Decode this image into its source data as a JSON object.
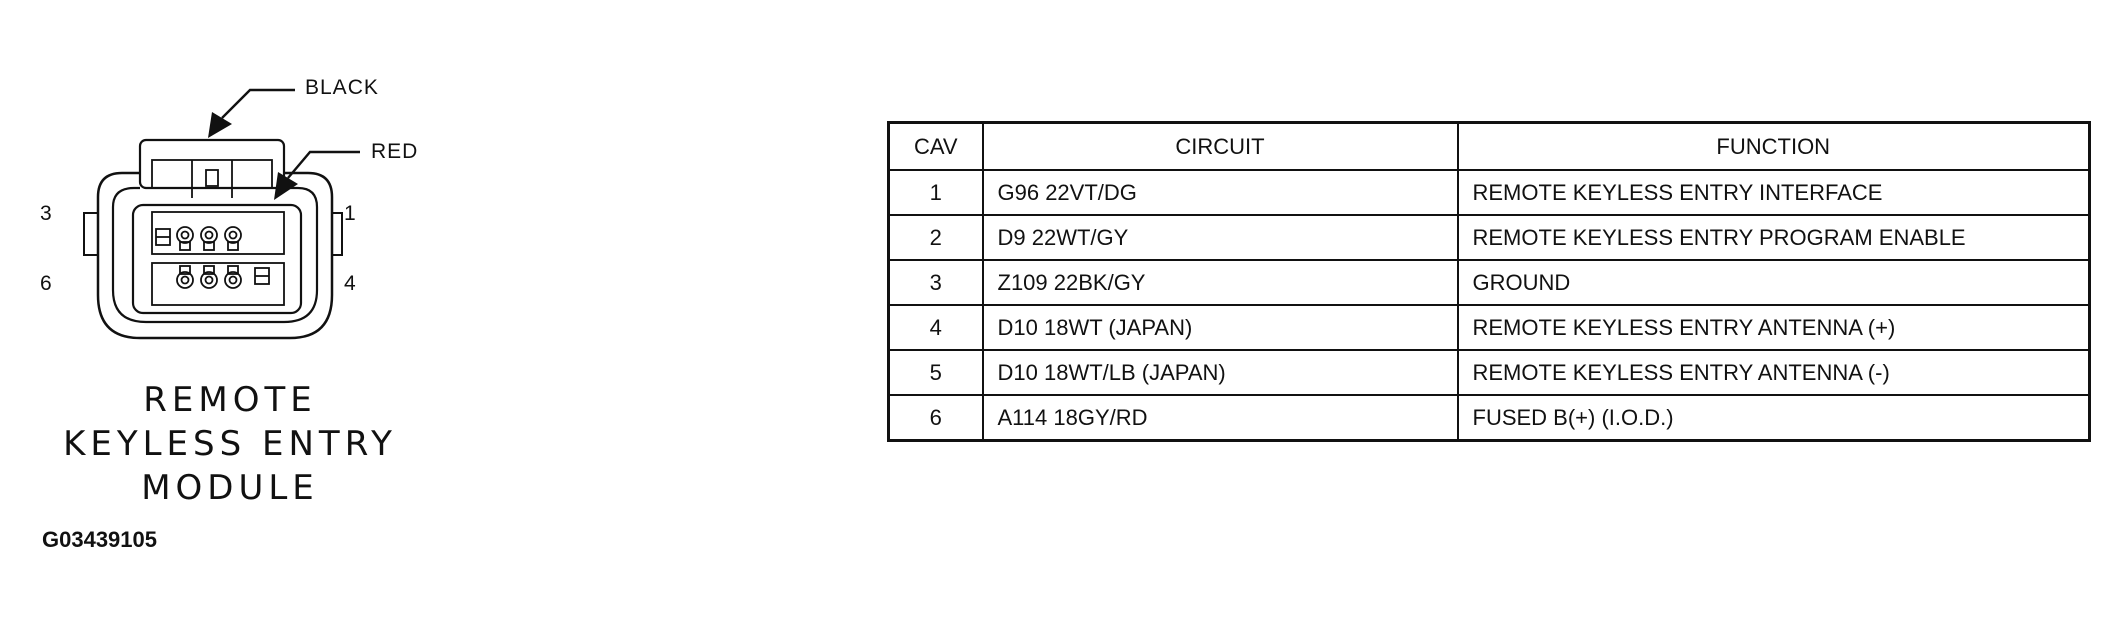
{
  "connector": {
    "callouts": {
      "black": "BLACK",
      "red": "RED"
    },
    "pin_labels": {
      "top_left": "3",
      "top_right": "1",
      "bottom_left": "6",
      "bottom_right": "4"
    }
  },
  "module_title": [
    "REMOTE",
    "KEYLESS ENTRY",
    "MODULE"
  ],
  "figure_id": "G03439105",
  "table": {
    "headers": {
      "cav": "CAV",
      "circuit": "CIRCUIT",
      "function": "FUNCTION"
    },
    "rows": [
      {
        "cav": "1",
        "circuit": "G96 22VT/DG",
        "function": "REMOTE KEYLESS ENTRY INTERFACE"
      },
      {
        "cav": "2",
        "circuit": "D9 22WT/GY",
        "function": "REMOTE KEYLESS ENTRY PROGRAM ENABLE"
      },
      {
        "cav": "3",
        "circuit": "Z109 22BK/GY",
        "function": "GROUND"
      },
      {
        "cav": "4",
        "circuit": "D10 18WT (JAPAN)",
        "function": "REMOTE KEYLESS ENTRY ANTENNA (+)"
      },
      {
        "cav": "5",
        "circuit": "D10 18WT/LB (JAPAN)",
        "function": "REMOTE KEYLESS ENTRY ANTENNA (-)"
      },
      {
        "cav": "6",
        "circuit": "A114 18GY/RD",
        "function": "FUSED B(+) (I.O.D.)"
      }
    ]
  }
}
